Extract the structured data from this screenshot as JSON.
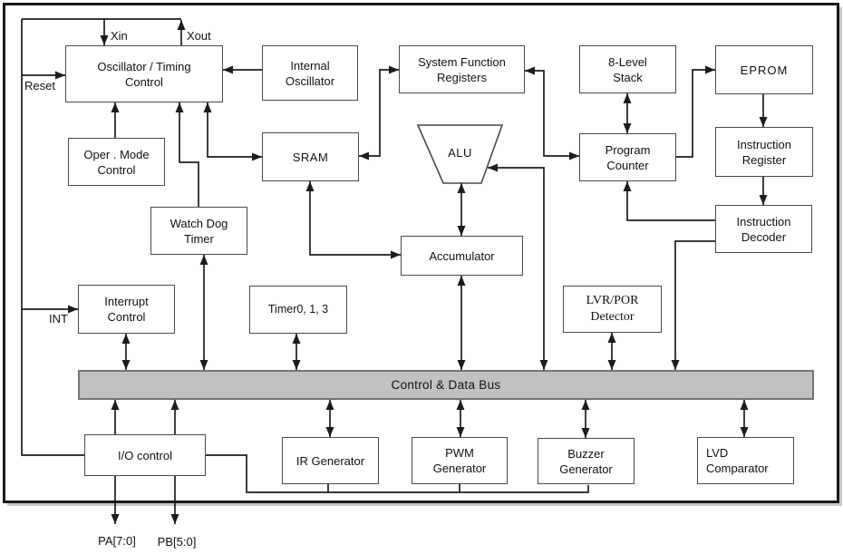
{
  "blocks": {
    "oscillator": "Oscillator / Timing\nControl",
    "internal_oscillator": "Internal\nOscillator",
    "system_function_registers": "System Function\nRegisters",
    "stack": "8-Level\nStack",
    "eprom": "EPROM",
    "oper_mode": "Oper . Mode\nControl",
    "sram": "SRAM",
    "alu": "ALU",
    "program_counter": "Program\nCounter",
    "instruction_register": "Instruction\nRegister",
    "watch_dog": "Watch Dog\nTimer",
    "accumulator": "Accumulator",
    "instruction_decoder": "Instruction\nDecoder",
    "interrupt_control": "Interrupt\nControl",
    "timer": "Timer0, 1, 3",
    "lvr_por": "LVR/POR\nDetector",
    "io_control": "I/O control",
    "ir_generator": "IR Generator",
    "pwm_generator": "PWM\nGenerator",
    "buzzer_generator": "Buzzer\nGenerator",
    "lvd_comparator": "LVD\nComparator"
  },
  "bus": {
    "label": "Control & Data Bus"
  },
  "pins": {
    "xin": "Xin",
    "xout": "Xout",
    "reset": "Reset",
    "int": "INT",
    "pa": "PA[7:0]",
    "pb": "PB[5:0]"
  },
  "colors": {
    "bus_fill": "#c1c1c1",
    "line": "#1c1c1c",
    "box_border": "#4a4a4a",
    "frame": "#1a1a1a"
  }
}
